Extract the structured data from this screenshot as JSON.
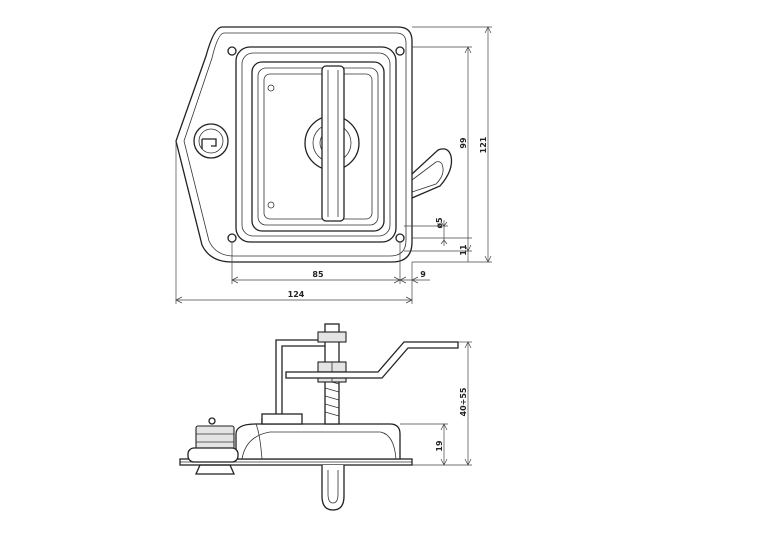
{
  "dimensions": {
    "total_width": "124",
    "inner_width": "85",
    "edge_offset": "9",
    "inner_height": "99",
    "total_height": "121",
    "hole_diameter": "ø5",
    "hole_offset": "11",
    "depth_range": "40÷55",
    "body_height": "19"
  }
}
